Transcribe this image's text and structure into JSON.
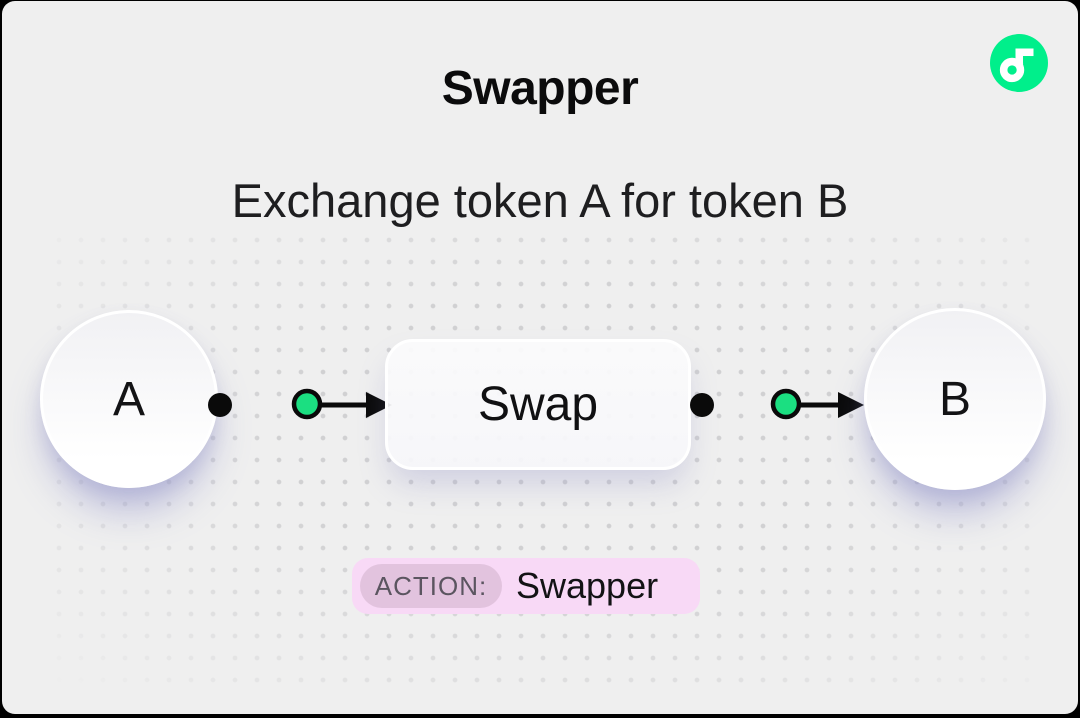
{
  "window": {
    "background": "#EFEFEF",
    "frame_color": "#000000"
  },
  "header": {
    "title": "Swapper",
    "subtitle": "Exchange token A for token B"
  },
  "logo": {
    "name": "flow-logo",
    "color": "#00EF8B"
  },
  "diagram": {
    "nodes": [
      {
        "id": "A",
        "label": "A"
      },
      {
        "id": "B",
        "label": "B"
      }
    ],
    "process": {
      "label": "Swap"
    },
    "connector_color": "#1BDF81",
    "line_color": "#0A0A0A"
  },
  "action_badge": {
    "label": "ACTION:",
    "value": "Swapper",
    "bg": "#F8D9F6",
    "label_bg": "#E2C3DE"
  }
}
